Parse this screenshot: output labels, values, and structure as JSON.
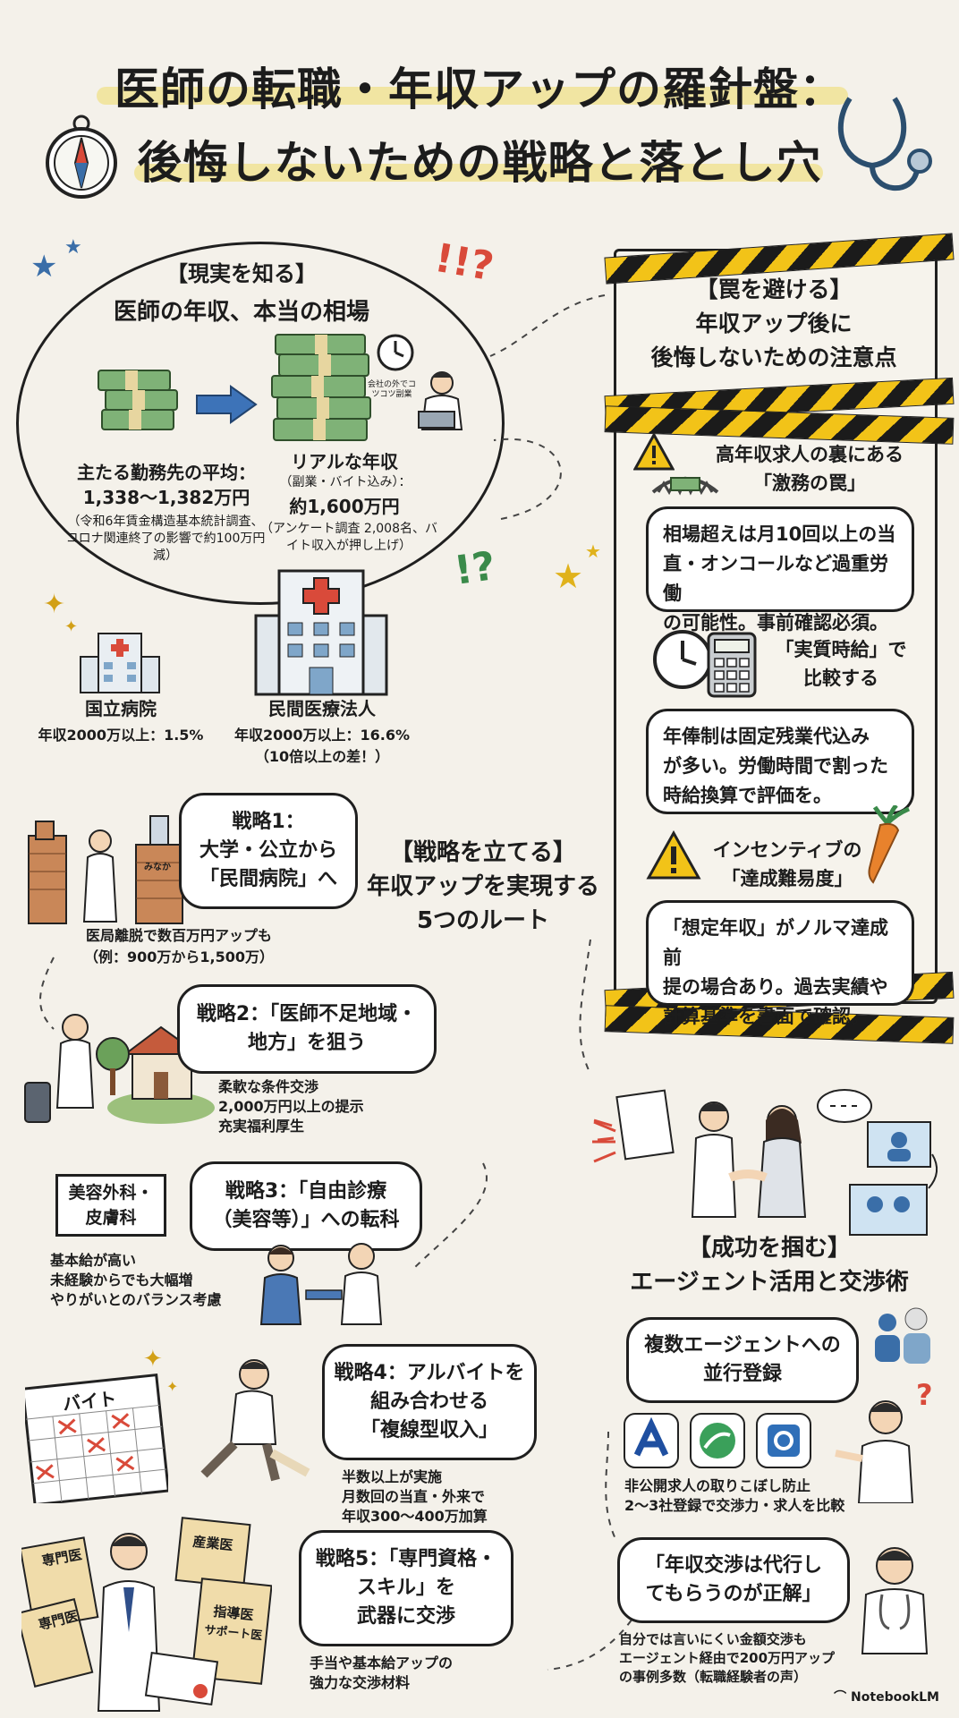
{
  "title": {
    "line1": "医師の転職・年収アップの羅針盤：",
    "line2": "後悔しないための戦略と落とし穴"
  },
  "reality": {
    "tag": "【現実を知る】",
    "heading": "医師の年収、本当の相場",
    "avg_label": "主たる勤務先の平均：",
    "avg_value": "1,338〜1,382万円",
    "avg_note": "（令和6年賃金構造基本統計調査、コロナ関連終了の影響で約100万円減）",
    "real_label": "リアルな年収",
    "real_sub": "（副業・バイト込み）：",
    "real_value": "約1,600万円",
    "real_note": "（アンケート調査 2,008名、バイト収入が押し上げ）",
    "laptop_note": "会社の外でコツコツ副業",
    "national_label": "国立病院",
    "national_stat": "年収2000万以上：1.5%",
    "private_label": "民間医療法人",
    "private_stat": "年収2000万以上：16.6%",
    "private_note": "（10倍以上の差！）"
  },
  "traps": {
    "tag": "【罠を避ける】",
    "line1": "年収アップ後に",
    "line2": "後悔しないための注意点",
    "items": [
      {
        "title1": "高年収求人の裏にある",
        "title2": "「激務の罠」",
        "body": [
          "相場超えは月10回以上の当",
          "直・オンコールなど過重労働",
          "の可能性。事前確認必須。"
        ]
      },
      {
        "title1": "「実質時給」で",
        "title2": "比較する",
        "body": [
          "年俸制は固定残業代込み",
          "が多い。労働時間で割った",
          "時給換算で評価を。"
        ]
      },
      {
        "title1": "インセンティブの",
        "title2": "「達成難易度」",
        "body": [
          "「想定年収」がノルマ達成前",
          "提の場合あり。過去実績や",
          "計算基準を書面で確認。"
        ]
      }
    ]
  },
  "strategy": {
    "tag": "【戦略を立てる】",
    "line1": "年収アップを実現する",
    "line2": "5つのルート",
    "items": [
      {
        "title": [
          "戦略1：",
          "大学・公立から",
          "「民間病院」へ"
        ],
        "body": [
          "医局離脱で数百万円アップも",
          "（例：900万から1,500万）"
        ]
      },
      {
        "title": [
          "戦略2：「医師不足地域・",
          "地方」を狙う"
        ],
        "body": [
          "柔軟な条件交渉",
          "2,000万円以上の提示",
          "充実福利厚生"
        ]
      },
      {
        "title": [
          "戦略3：「自由診療",
          "（美容等）」への転科"
        ],
        "body": [
          "基本給が高い",
          "未経験からでも大幅増",
          "やりがいとのバランス考慮"
        ]
      },
      {
        "title": [
          "戦略4：アルバイトを",
          "組み合わせる",
          "「複線型収入」"
        ],
        "body": [
          "半数以上が実施",
          "月数回の当直・外来で",
          "年収300〜400万加算"
        ]
      },
      {
        "title": [
          "戦略5：「専門資格・",
          "スキル」を",
          "武器に交渉"
        ],
        "body": [
          "手当や基本給アップの",
          "強力な交渉材料"
        ]
      }
    ],
    "town_sign": "みなか",
    "beauty_sign": [
      "美容外科・",
      "皮膚科"
    ],
    "calendar_label": "バイト",
    "certs": [
      "専門医",
      "専門医",
      "産業医",
      "指導医",
      "サポート医"
    ]
  },
  "success": {
    "tag": "【成功を掴む】",
    "heading": "エージェント活用と交渉術",
    "multi_title": [
      "複数エージェントへの",
      "並行登録"
    ],
    "multi_body": [
      "非公開求人の取りこぼし防止",
      "2〜3社登録で交渉力・求人を比較"
    ],
    "nego_title": [
      "「年収交渉は代行し",
      "てもらうのが正解」"
    ],
    "nego_body": [
      "自分では言いにくい金額交渉も",
      "エージェント経由で200万円アップ",
      "の事例多数（転職経験者の声）"
    ]
  },
  "brand": "NotebookLM",
  "colors": {
    "tape_yellow": "#f2c318",
    "money_green": "#6fa86a",
    "accent_blue": "#3a6ea8",
    "warning_red": "#d94a3a"
  }
}
